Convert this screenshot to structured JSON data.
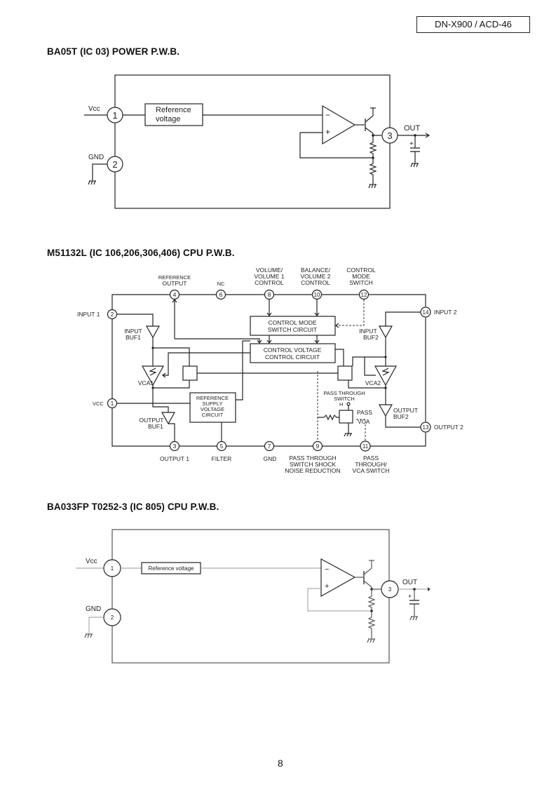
{
  "header": {
    "model": "DN-X900 / ACD-46"
  },
  "sections": [
    {
      "title": "BA05T (IC 03) POWER P.W.B.",
      "labels": {
        "vcc": "Vcc",
        "gnd": "GND",
        "out": "OUT",
        "ref_line1": "Reference",
        "ref_line2": "voltage",
        "minus": "−",
        "plus": "+"
      },
      "pins": [
        "1",
        "2",
        "3"
      ]
    },
    {
      "title": "M51132L (IC 106,206,306,406) CPU P.W.B.",
      "top_labels": {
        "ref_output": [
          "REFERENCE",
          "OUTPUT"
        ],
        "nc": [
          "NC"
        ],
        "volume": [
          "VOLUME/",
          "VOLUME 1",
          "CONTROL"
        ],
        "balance": [
          "BALANCE/",
          "VOLUME 2",
          "CONTROL"
        ],
        "control_mode": [
          "CONTROL",
          "MODE",
          "SWITCH"
        ]
      },
      "side_labels": {
        "input1": "INPUT 1",
        "input2": "INPUT  2",
        "vcc": "VCC",
        "output2": "OUTPUT  2"
      },
      "bottom_labels": {
        "output1": "OUTPUT  1",
        "filter": "FILTER",
        "gnd": "GND",
        "pass_switch": [
          "PASS  THROUGH",
          "SWITCH  SHOCK",
          "NOISE REDUCTION"
        ],
        "pass_vca": [
          "PASS",
          "THROUGH/",
          "VCA  SWITCH"
        ]
      },
      "blocks": {
        "control_mode_switch": [
          "CONTROL  MODE",
          "SWITCH  CIRCUIT"
        ],
        "control_voltage": [
          "CONTROL  VOLTAGE",
          "CONTROL  CIRCUIT"
        ],
        "ref_supply": [
          "REFERENCE",
          "SUPPLY",
          "VOLTAGE",
          "CIRCUIT"
        ]
      },
      "components": {
        "input_buf1": [
          "INPUT",
          "BUF1"
        ],
        "input_buf2": [
          "INPUT",
          "BUF2"
        ],
        "vca1": "VCA1",
        "vca2": "VCA2",
        "output_buf1": [
          "OUTPUT",
          "BUF1"
        ],
        "output_buf2": [
          "OUTPUT",
          "BUF2"
        ],
        "pass_through_switch": [
          "PASS THROUGH",
          "SWITCH"
        ],
        "h": "H",
        "pass": "PASS",
        "vca": "VCA"
      },
      "pins": {
        "p1": "1",
        "p2": "2",
        "p3": "3",
        "p4": "4",
        "p5": "5",
        "p6": "6",
        "p7": "7",
        "p8": "8",
        "p9": "9",
        "p10": "10",
        "p11": "11",
        "p12": "12",
        "p13": "13",
        "p14": "14"
      }
    },
    {
      "title": "BA033FP T0252-3 (IC 805) CPU P.W.B.",
      "labels": {
        "vcc": "Vcc",
        "gnd": "GND",
        "out": "OUT",
        "ref": "Reference voltage",
        "minus": "−",
        "plus": "+"
      },
      "pins": [
        "1",
        "2",
        "3"
      ]
    }
  ],
  "footer": {
    "page_number": "8"
  }
}
